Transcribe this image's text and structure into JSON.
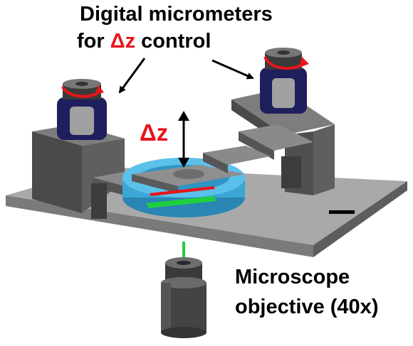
{
  "labels": {
    "micrometers_line1": "Digital micrometers",
    "micrometers_line2_prefix": "for ",
    "micrometers_line2_delta": "Δz",
    "micrometers_line2_suffix": " control",
    "delta_z": "Δz",
    "objective_line1": "Microscope",
    "objective_line2": "objective (40x)"
  },
  "colors": {
    "housing_gray": "#5c5c5c",
    "plate_gray": "#9a9a9a",
    "micrometer_navy": "#1f1f5e",
    "dish_blue": "#3aa7d6",
    "highlight_red": "#e8141a",
    "slide_green": "#1fcf3f"
  },
  "icons": [
    "rotation-arrow-icon",
    "pointer-arrow-icon",
    "double-headed-arrow-icon",
    "scale-bar"
  ]
}
